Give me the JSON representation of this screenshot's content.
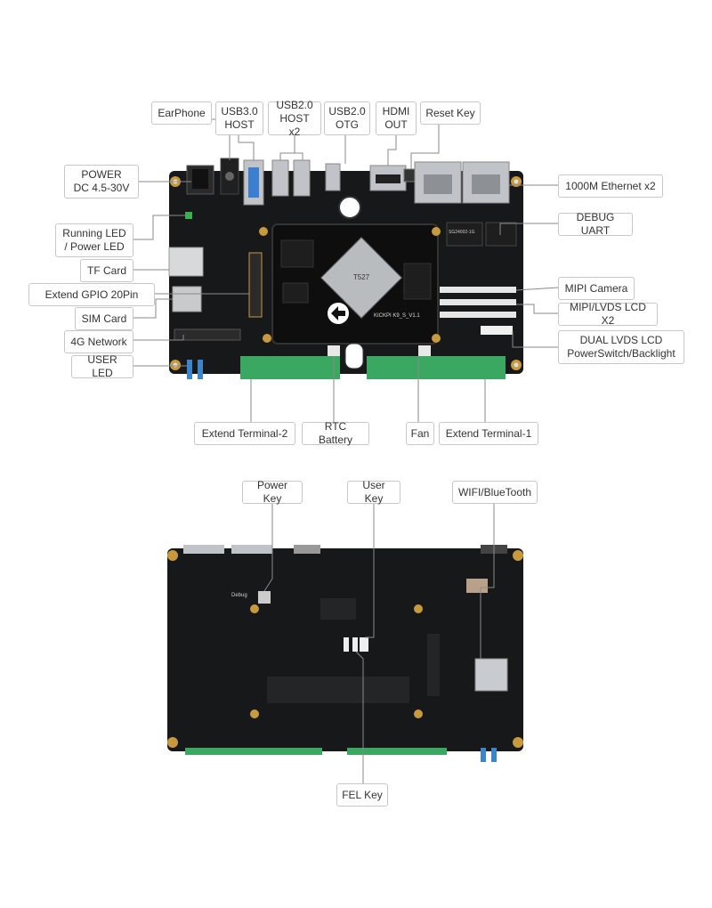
{
  "colors": {
    "board": "#17181a",
    "terminal": "#3aa860",
    "line": "#8a8a8a",
    "gold": "#c89a3c"
  },
  "front": {
    "earphone": "EarPhone",
    "usb3_host": "USB3.0\nHOST",
    "usb2_host": "USB2.0\nHOST x2",
    "usb2_otg": "USB2.0\nOTG",
    "hdmi_out": "HDMI\nOUT",
    "reset_key": "Reset Key",
    "power": "POWER\nDC 4.5-30V",
    "running_led": "Running LED\n/ Power LED",
    "tf_card": "TF Card",
    "extend_gpio": "Extend GPIO 20Pin",
    "sim_card": "SIM Card",
    "network_4g": "4G Network",
    "user_led": "USER LED",
    "ethernet": "1000M Ethernet x2",
    "debug_uart": "DEBUG UART",
    "mipi_camera": "MIPI Camera",
    "mipi_lvds": "MIPI/LVDS LCD X2",
    "dual_lvds": "DUAL LVDS LCD\nPowerSwitch/Backlight",
    "extend_terminal_2": "Extend Terminal-2",
    "rtc_battery": "RTC Battery",
    "fan": "Fan",
    "extend_terminal_1": "Extend Terminal-1"
  },
  "back": {
    "power_key": "Power Key",
    "user_key": "User Key",
    "wifi_bt": "WIFI/BlueTooth",
    "fel_key": "FEL Key"
  },
  "silkscreen": {
    "board_name": "KICKPI K9_S_V1.1",
    "chip": "T527",
    "ram_chip": "SG24002-1G",
    "debug_text": "Debug"
  }
}
